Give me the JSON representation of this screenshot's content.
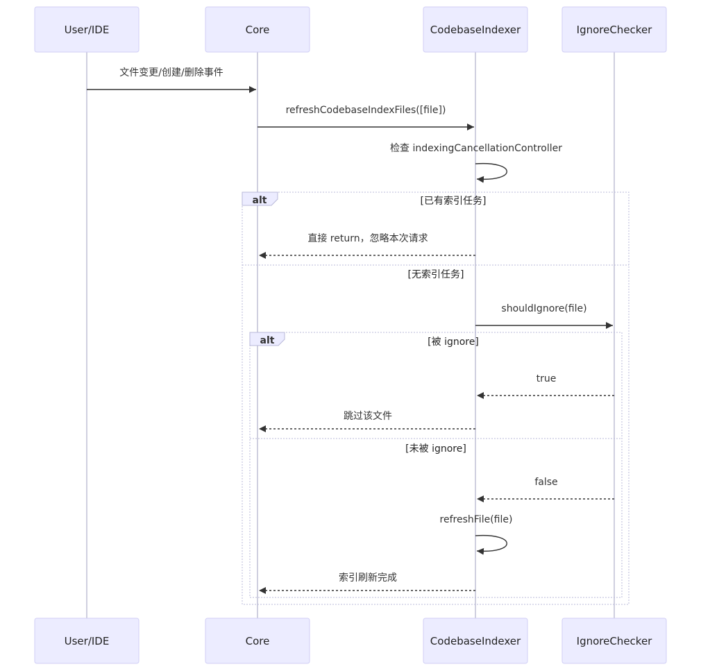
{
  "diagram": {
    "actors": [
      {
        "id": "user",
        "label": "User/IDE"
      },
      {
        "id": "core",
        "label": "Core"
      },
      {
        "id": "indexer",
        "label": "CodebaseIndexer"
      },
      {
        "id": "ignore",
        "label": "IgnoreChecker"
      }
    ],
    "messages": [
      {
        "id": "m1",
        "text": "文件变更/创建/删除事件",
        "from": "user",
        "to": "core",
        "style": "solid"
      },
      {
        "id": "m2",
        "text": "refreshCodebaseIndexFiles([file])",
        "from": "core",
        "to": "indexer",
        "style": "solid"
      },
      {
        "id": "m3",
        "text": "检查 indexingCancellationController",
        "from": "indexer",
        "to": "indexer",
        "style": "self"
      },
      {
        "id": "m4",
        "text": "直接 return，忽略本次请求",
        "from": "indexer",
        "to": "core",
        "style": "dashed"
      },
      {
        "id": "m5",
        "text": "shouldIgnore(file)",
        "from": "indexer",
        "to": "ignore",
        "style": "solid"
      },
      {
        "id": "m6",
        "text": "true",
        "from": "ignore",
        "to": "indexer",
        "style": "dashed"
      },
      {
        "id": "m7",
        "text": "跳过该文件",
        "from": "indexer",
        "to": "core",
        "style": "dashed"
      },
      {
        "id": "m8",
        "text": "false",
        "from": "ignore",
        "to": "indexer",
        "style": "dashed"
      },
      {
        "id": "m9",
        "text": "refreshFile(file)",
        "from": "indexer",
        "to": "indexer",
        "style": "self"
      },
      {
        "id": "m10",
        "text": "索引刷新完成",
        "from": "indexer",
        "to": "core",
        "style": "dashed"
      }
    ],
    "frames": {
      "outer": {
        "keyword": "alt",
        "cond_1": "[已有索引任务]",
        "cond_2": "[无索引任务]"
      },
      "inner": {
        "keyword": "alt",
        "cond_1": "[被 ignore]",
        "cond_2": "[未被 ignore]"
      }
    },
    "colors": {
      "actor_fill": "#ECECFF",
      "actor_stroke": "#D0CEF5",
      "lifeline": "#CFCFDF",
      "arrow": "#333333",
      "frame_stroke": "#B8B8D8",
      "frame_label_fill": "#ECECFF"
    }
  }
}
